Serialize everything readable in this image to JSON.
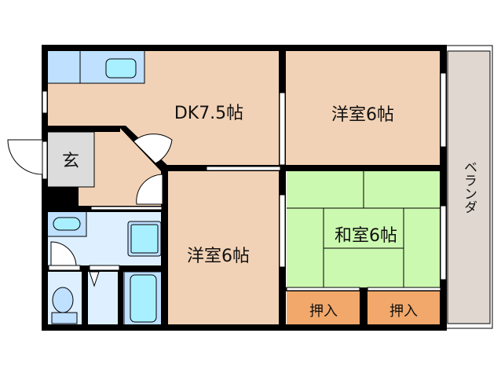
{
  "floor_plan": {
    "rooms": [
      {
        "id": "dk",
        "label": "DK7.5帖",
        "color": "#f2d2b6"
      },
      {
        "id": "western1",
        "label": "洋室6帖",
        "color": "#f2d2b6"
      },
      {
        "id": "western2",
        "label": "洋室6帖",
        "color": "#f2d2b6"
      },
      {
        "id": "japanese",
        "label": "和室6帖",
        "color": "#ccf9b0"
      },
      {
        "id": "closet1",
        "label": "押入",
        "color": "#f2a86a"
      },
      {
        "id": "closet2",
        "label": "押入",
        "color": "#f2a86a"
      },
      {
        "id": "entrance",
        "label": "玄",
        "color": "#dcdcdc"
      },
      {
        "id": "veranda",
        "label": "ベランダ",
        "color": "#e0d8d0"
      }
    ],
    "colors": {
      "wall": "#000000",
      "wet_area": "#def0ff",
      "fixture_blue": "#bfe0ff",
      "fixture_cyan": "#a8f0ff"
    }
  }
}
